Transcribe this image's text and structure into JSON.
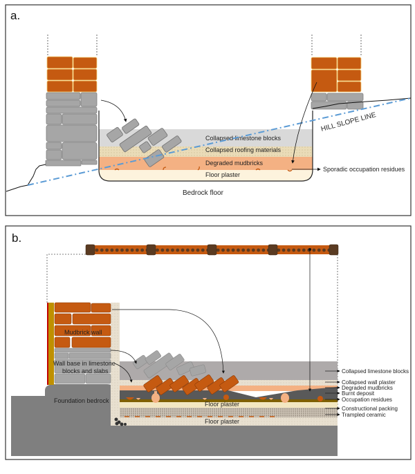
{
  "panel_a": {
    "label": "a.",
    "layers": [
      "Collapsed limestone blocks",
      "Collapsed roofing materials",
      "Degraded  mudbricks",
      "Floor plaster"
    ],
    "annotation": "Sporadic occupation residues",
    "slope_label": "HILL SLOPE LINE",
    "bedrock_label": "Bedrock floor"
  },
  "panel_b": {
    "label": "b.",
    "wall_label": "Mudbrick  wall",
    "wall_base_label_1": "Wall base in limestone",
    "wall_base_label_2": "blocks and slabs",
    "foundation_label": "Foundation bedrock",
    "floor_plaster_upper": "Floor plaster",
    "floor_plaster_lower": "Floor plaster",
    "legend": [
      "Collapsed limestone blocks",
      "Collapsed wall plaster",
      "Degraded mudbricks",
      "Burnt deposit",
      "Occupation residues",
      "Constructional packing",
      "Trampled ceramic"
    ]
  },
  "colors": {
    "mudbrick": "#c55a11",
    "limestone": "#a6a6a6",
    "slope_line": "#5b9bd5",
    "degraded_mudbrick": "#f4b183",
    "burnt": "#595959",
    "bedrock": "#7f7f7f"
  }
}
